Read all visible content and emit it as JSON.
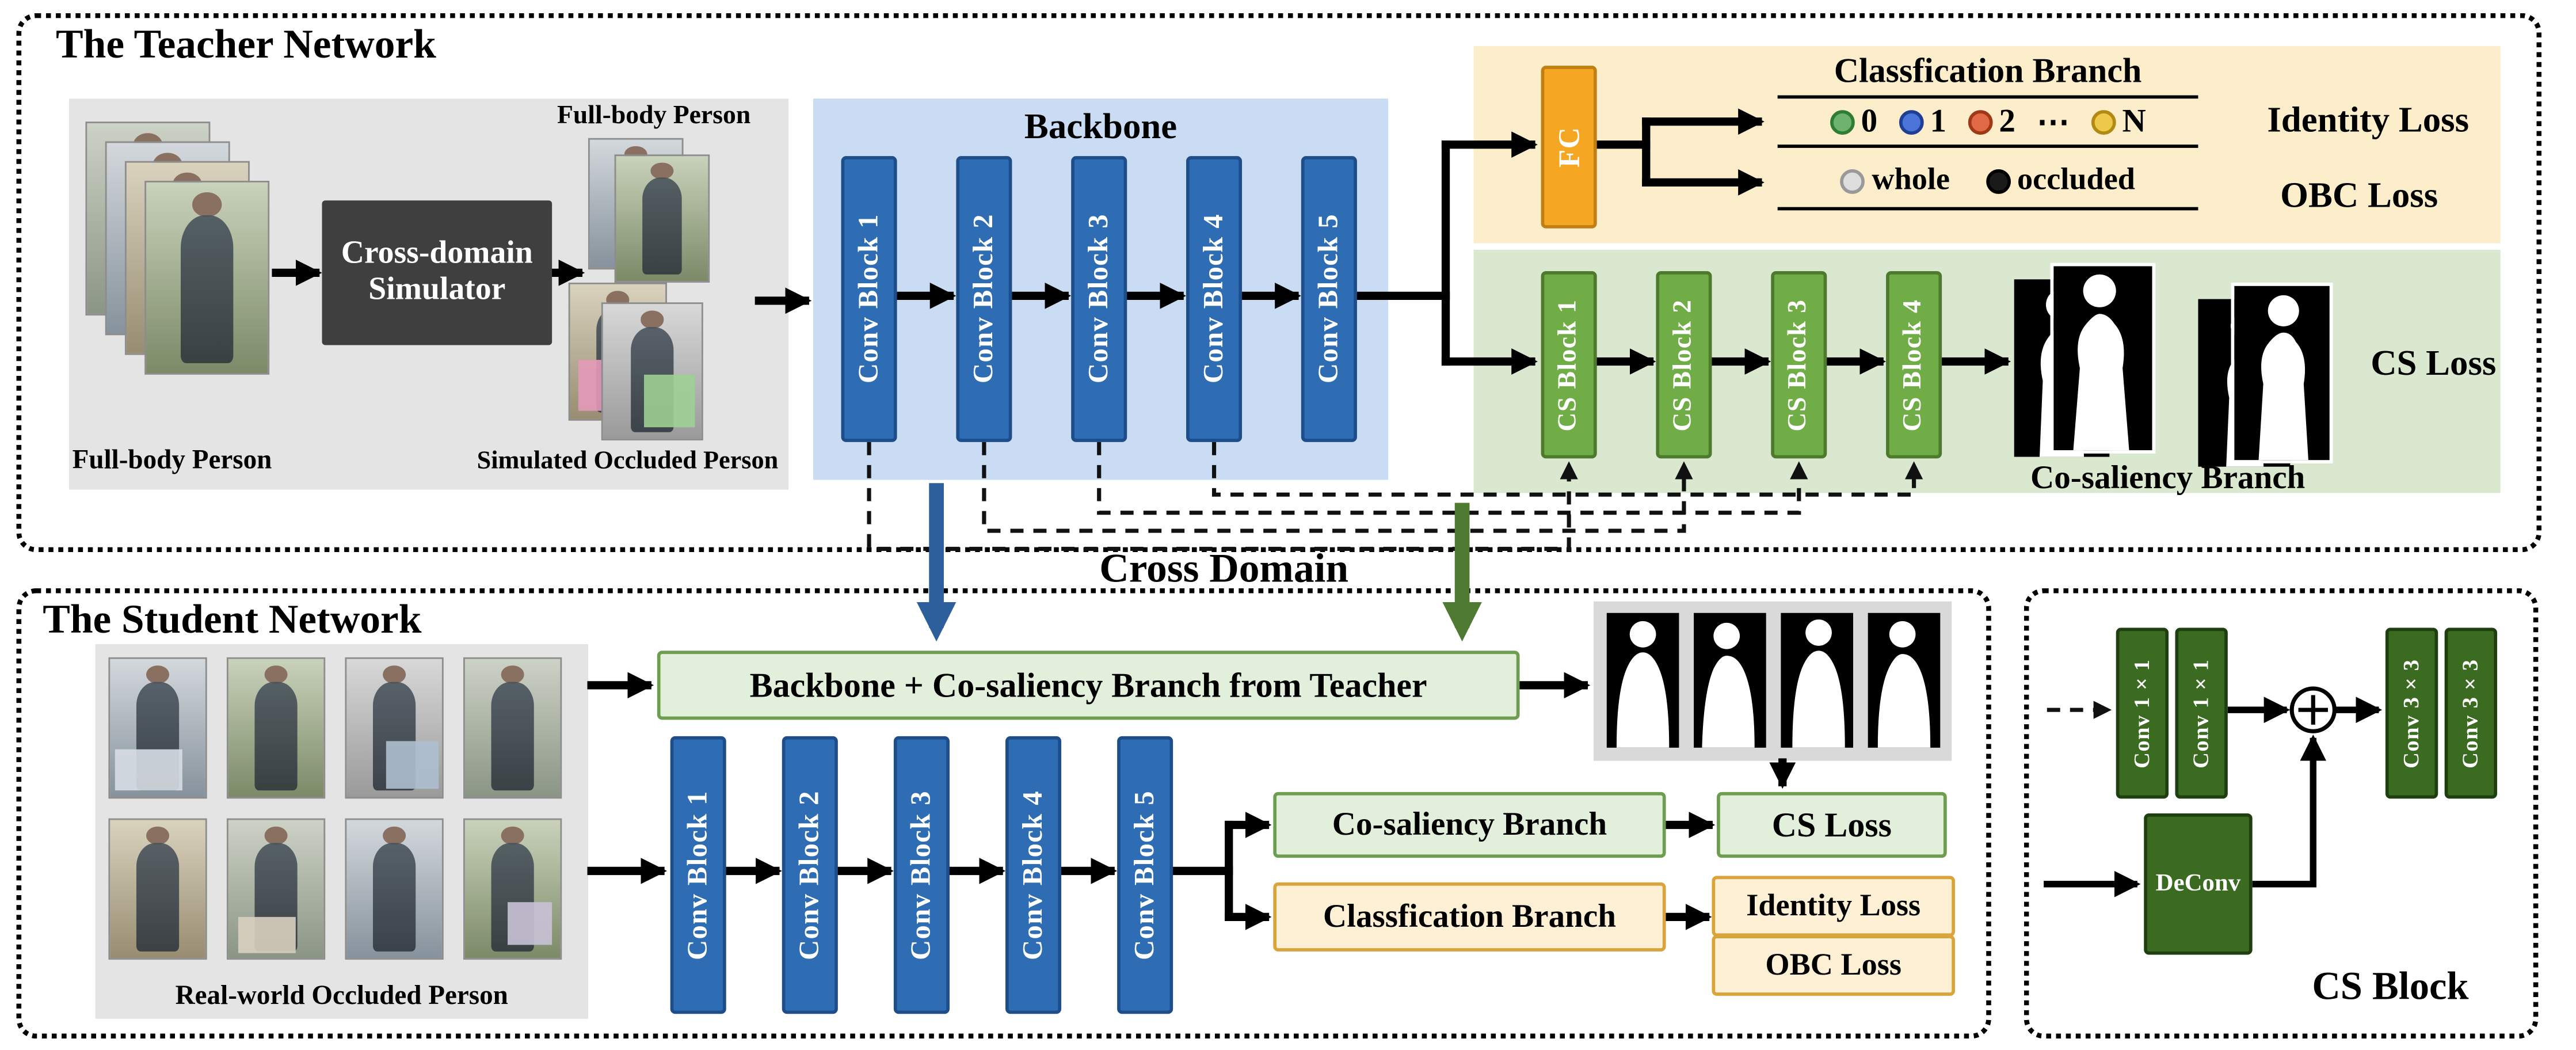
{
  "diagram": {
    "teacher": {
      "title": "The Teacher Network",
      "input_caption": "Full-body Person",
      "simulator_label": "Cross-domain Simulator",
      "fullbody_caption": "Full-body Person",
      "sim_occluded_caption": "Simulated Occluded Person",
      "backbone_title": "Backbone",
      "conv_blocks": [
        "Conv Block 1",
        "Conv Block 2",
        "Conv Block 3",
        "Conv Block 4",
        "Conv Block 5"
      ],
      "classification": {
        "title": "Classfication Branch",
        "fc_label": "FC",
        "class_labels": [
          "0",
          "1",
          "2"
        ],
        "dots": "⋯",
        "class_n": "N",
        "whole_label": "whole",
        "occluded_label": "occluded",
        "identity_loss": "Identity Loss",
        "obc_loss": "OBC Loss"
      },
      "cosaliency": {
        "title": "Co-saliency Branch",
        "cs_blocks": [
          "CS Block 1",
          "CS Block 2",
          "CS Block 3",
          "CS Block 4"
        ],
        "cs_loss": "CS Loss"
      }
    },
    "cross_domain_label": "Cross Domain",
    "student": {
      "title": "The Student Network",
      "input_caption": "Real-world Occluded Person",
      "shared_box_label": "Backbone + Co-saliency Branch from Teacher",
      "conv_blocks": [
        "Conv Block 1",
        "Conv Block 2",
        "Conv Block 3",
        "Conv Block 4",
        "Conv Block 5"
      ],
      "cosaliency_branch": "Co-saliency Branch",
      "cs_loss": "CS Loss",
      "classification_branch": "Classfication Branch",
      "identity_loss": "Identity Loss",
      "obc_loss": "OBC Loss"
    },
    "cs_block_detail": {
      "title": "CS Block",
      "conv1x1_a": "Conv 1×1",
      "conv1x1_b": "Conv 1×1",
      "deconv_label": "DeConv",
      "conv3x3_a": "Conv 3×3",
      "conv3x3_b": "Conv 3×3"
    }
  },
  "icons": {
    "sum": "⊕"
  },
  "colors": {
    "conv_block_blue": "#2e6db4",
    "backbone_panel": "#c9dcf4",
    "classification_panel": "#fdeecb",
    "fc_orange": "#f5a623",
    "cosaliency_panel": "#d9e8cf",
    "cs_block_green": "#70ad47",
    "detail_block_dark_green": "#3a6b21",
    "student_green_box": "#e2efda",
    "loss_cream": "#fdf0d5",
    "cross_domain_blue": "#2d5f9c",
    "cross_domain_green": "#4f7a32",
    "class_dot_colors": [
      "#6db36d",
      "#4a74d8",
      "#e06a45",
      "#ecc94b"
    ]
  }
}
